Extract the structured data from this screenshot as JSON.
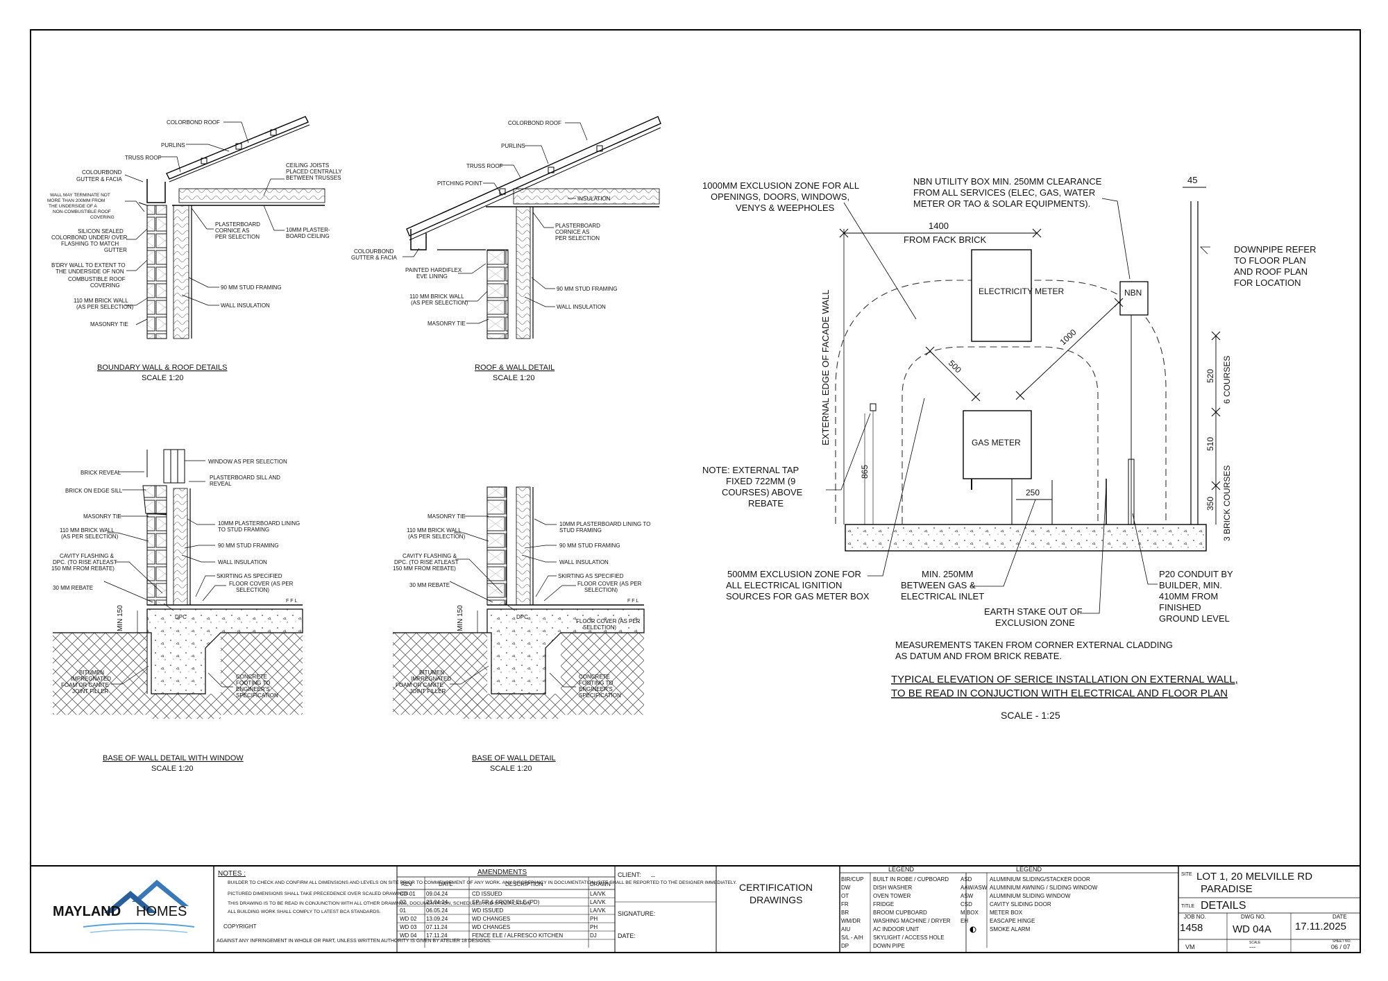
{
  "details": {
    "boundary": {
      "title": "BOUNDARY WALL & ROOF DETAILS",
      "scale": "SCALE 1:20",
      "labels": [
        "COLORBOND ROOF",
        "PURLINS",
        "TRUSS ROOF",
        "COLOURBOND GUTTER & FACIA",
        "WALL MAY TERMINATE NOT MORE THAN 200MM FROM THE UNDERSIDE OF A NON-COMBUSTIBLE ROOF COVERING",
        "SILICON SEALED COLORBOND UNDER/ OVER FLASHING TO MATCH GUTTER",
        "B'DRY WALL TO EXTENT TO THE UNDERSIDE OF NON COMBUSTIBLE ROOF COVERING",
        "110 MM BRICK WALL (AS PER SELECTION)",
        "MASONRY TIE",
        "CEILING JOISTS PLACED CENTRALLY BETWEEN TRUSSES",
        "PLASTERBOARD CORNICE AS PER SELECTION",
        "10MM PLASTER-BOARD CEILING",
        "90 MM STUD FRAMING",
        "WALL INSULATION"
      ]
    },
    "roofwall": {
      "title": "ROOF & WALL DETAIL",
      "scale": "SCALE 1:20",
      "labels": [
        "COLORBOND ROOF",
        "PURLINS",
        "TRUSS ROOF",
        "PITCHING POINT",
        "INSULATION",
        "PLASTERBOARD CORNICE AS PER SELECTION",
        "COLOURBOND GUTTER & FACIA",
        "PAINTED HARDIFLEX EVE LINING",
        "110 MM BRICK WALL (AS PER SELECTION)",
        "MASONRY TIE",
        "90 MM STUD FRAMING",
        "WALL INSULATION"
      ]
    },
    "basewindow": {
      "title": "BASE OF WALL DETAIL WITH WINDOW",
      "scale": "SCALE 1:20",
      "labels": [
        "WINDOW AS PER SELECTION",
        "BRICK REVEAL",
        "PLASTERBOARD SILL AND REVEAL",
        "BRICK ON EDGE SILL",
        "MASONRY TIE",
        "10MM PLASTERBOARD LINING TO STUD FRAMING",
        "110 MM BRICK WALL (AS PER SELECTION)",
        "90 MM STUD FRAMING",
        "CAVITY FLASHING & DPC (TO RISE ATLEAST 150 MM FROM REBATE)",
        "WALL INSULATION",
        "SKIRTING AS SPECIFIED",
        "FLOOR COVER (AS PER SELECTION)",
        "30 MM REBATE",
        "FFL",
        "DPC",
        "MIN 150",
        "BITUMEN IMPREGNATED FOAM OR CANITE JOINT FILLER",
        "CONCRETE FOOTING TO ENGINEER'S SPECIFICATION"
      ]
    },
    "basewall": {
      "title": "BASE OF WALL DETAIL",
      "scale": "SCALE 1:20",
      "labels": [
        "MASONRY TIE",
        "10MM PLASTERBOARD LINING TO STUD FRAMING",
        "110 MM BRICK WALL (AS PER SELECTION)",
        "90 MM STUD FRAMING",
        "CAVITY FLASHING & DPC (TO RISE ATLEAST 150 MM FROM REBATE)",
        "WALL INSULATION",
        "SKIRTING AS SPECIFIED",
        "FLOOR COVER (AS PER SELECTION)",
        "30 MM REBATE",
        "FFL",
        "DPC",
        "MIN 150",
        "FLOOR COVER (AS PER SELECTION)",
        "BITUMEN IMPREGNATED FOAM OR CANITE JOINT FILLER",
        "CONCRETE FOOTING TO ENGINEER'S SPECIFICATION"
      ]
    },
    "elevation": {
      "exclusion_1000": "1000MM EXCLUSION ZONE FOR ALL OPENINGS, DOORS, WINDOWS, VENYS & WEEPHOLES",
      "nbn_note": "NBN UTILITY BOX MIN. 250MM CLEARANCE FROM ALL SERVICES (ELEC, GAS, WATER METER OR TAO & SOLAR EQUIPMENTS).",
      "dim_1400": "1400",
      "from_face": "FROM FACK BRICK",
      "dim_45": "45",
      "downpipe": "DOWNPIPE REFER TO FLOOR PLAN AND ROOF PLAN FOR LOCATION",
      "facade_edge": "EXTERNAL EDGE OF FACADE WALL",
      "electricity": "ELECTRICITY METER",
      "nbn": "NBN",
      "dim_1000": "1000",
      "dim_500": "500",
      "gas_meter": "GAS METER",
      "dim_250": "250",
      "dim_865": "865",
      "tap_note": "NOTE: EXTERNAL TAP FIXED 722MM (9 COURSES) ABOVE REBATE",
      "dim_520": "520",
      "six_courses": "6 COURSES",
      "dim_510": "510",
      "dim_350": "350",
      "three_courses": "3 BRICK COURSES",
      "exclusion_500": "500MM EXCLUSION ZONE FOR ALL ELECTRICAL IGNITION SOURCES FOR GAS METER BOX",
      "min_250": "MIN. 250MM BETWEEN GAS & ELECTRICAL INLET",
      "earth_stake": "EARTH STAKE OUT OF EXCLUSION ZONE",
      "p20": "P20 CONDUIT BY BUILDER, MIN. 410MM FROM FINISHED GROUND LEVEL",
      "measurements": "MEASUREMENTS TAKEN FROM CORNER EXTERNAL CLADDING AS DATUM AND FROM BRICK REBATE.",
      "title_1": "TYPICAL ELEVATION OF SERICE INSTALLATION ON EXTERNAL WALL,",
      "title_2": "TO BE READ IN CONJUCTION WITH ELECTRICAL AND FLOOR PLAN",
      "scale": "SCALE - 1:25"
    }
  },
  "titleblock": {
    "logo_1": "MAYLAND",
    "logo_2": "HOMES",
    "notes_heading": "NOTES :",
    "notes": [
      "BUILDER TO CHECK AND CONFIRM ALL DIMENSIONS AND LEVELS ON SITE PRIOR TO COMMENCEMENT OF ANY WORK. ANY DISCREPANCY IN DOCUMENTATION /SITE SHALL BE REPORTED TO THE DESIGNER IMMEDIATELY.",
      "PICTURED DIMENSIONS SHALL TAKE PRECEDENCE OVER SCALED DRAWINGS.",
      "THIS DRAWING IS TO BE READ IN CONJUNCTION WITH ALL OTHER DRAWINGS, DOCUMENTATION, SCHEDULES AND SPECIFICATION.",
      "ALL BUILDING WORK SHALL COMPLY TO LATEST BCA STANDARDS."
    ],
    "copyright": "COPYRIGHT",
    "copyright_note": "AGAINST ANY INFRINGEMENT IN WHOLE OR PART, UNLESS WRITTEN AUTHORITY IS GIVEN BY ATELIER 18 DESIGNS.",
    "amendments_heading": "AMENDMENTS",
    "amend_cols": [
      "REV",
      "DATE",
      "DESCRIPTION",
      "DRAWN"
    ],
    "amendments": [
      [
        "CD 01",
        "09.04.24",
        "CD ISSUED",
        "LA/VK"
      ],
      [
        "02",
        "23.04.24",
        "SP, FP & FRONT ELE (PD)",
        "LA/VK"
      ],
      [
        "01",
        "06.05.24",
        "WD ISSUED",
        "LA/VK"
      ],
      [
        "WD 02",
        "13.09.24",
        "WD CHANGES",
        "PH"
      ],
      [
        "WD 03",
        "07.11.24",
        "WD CHANGES",
        "PH"
      ],
      [
        "WD 04",
        "17.11.24",
        "FENCE ELE / ALFRESCO KITCHEN",
        "DJ"
      ]
    ],
    "client_label": "CLIENT:",
    "client_value": "--",
    "signature_label": "SIGNATURE:",
    "date_label": "DATE:",
    "cert_1": "CERTIFICATION",
    "cert_2": "DRAWINGS",
    "legend_heading": "LEGEND",
    "legend_left": [
      [
        "BIR/CUP",
        "BUILT IN ROBE / CUPBOARD"
      ],
      [
        "DW",
        "DISH WASHER"
      ],
      [
        "OT",
        "OVEN TOWER"
      ],
      [
        "FR",
        "FRIDGE"
      ],
      [
        "BR",
        "BROOM CUPBOARD"
      ],
      [
        "WM/DR",
        "WASHING MACHINE / DRYER"
      ],
      [
        "AIU",
        "AC INDOOR UNIT"
      ],
      [
        "S/L - A/H",
        "SKYLIGHT / ACCESS HOLE"
      ],
      [
        "DP",
        "DOWN PIPE"
      ]
    ],
    "legend_right": [
      [
        "ASD",
        "ALUMINIUM SLIDING/STACKER DOOR"
      ],
      [
        "AAW/ASW",
        "ALUMINIUM AWNING / SLIDING WINDOW"
      ],
      [
        "ASW",
        "ALUMINIUM SLIDING WINDOW"
      ],
      [
        "CSD",
        "CAVITY SLIDING DOOR"
      ],
      [
        "M.BOX",
        "METER BOX"
      ],
      [
        "EH",
        "EASCAPE HINGE"
      ],
      [
        "SA",
        "SMOKE ALARM"
      ]
    ],
    "site_label": "SITE",
    "site_1": "LOT 1, 20 MELVILLE RD",
    "site_2": "PARADISE",
    "title_label": "TITLE",
    "title_value": "DETAILS",
    "job_label": "JOB NO.",
    "job_value": "1458",
    "dwg_label": "DWG NO.",
    "dwg_value": "WD 04A",
    "date_label2": "DATE",
    "date_value": "17.11.2025",
    "drawn_value": "VM",
    "scale_label": "SCALE",
    "scale_value": "---",
    "sheet_label": "SHEET NO.",
    "sheet_value": "06 / 07"
  }
}
